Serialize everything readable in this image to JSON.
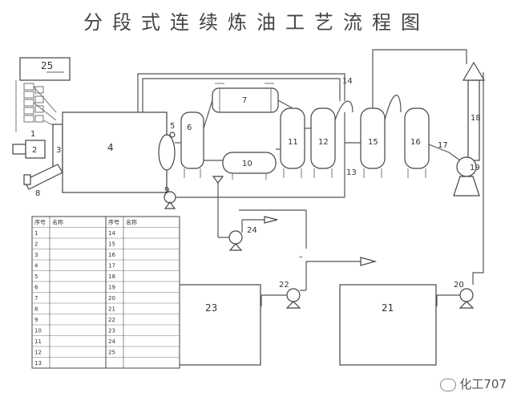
{
  "title": "分段式连续炼油工艺流程图",
  "labels": {
    "n1": "1",
    "n2": "2",
    "n3": "3",
    "n4": "4",
    "n5": "5",
    "n6": "6",
    "n7": "7",
    "n8": "8",
    "n9": "9",
    "n10": "10",
    "n11": "11",
    "n12": "12",
    "n13": "13",
    "n14": "14",
    "n15": "15",
    "n16": "16",
    "n17": "17",
    "n18": "18",
    "n19": "19",
    "n20": "20",
    "n21": "21",
    "n22": "22",
    "n23": "23",
    "n24": "24",
    "n25": "25"
  },
  "legend": {
    "headers": [
      "序号",
      "名称",
      "序号",
      "名称"
    ],
    "rows": [
      [
        "1",
        "",
        "14",
        ""
      ],
      [
        "2",
        "",
        "15",
        ""
      ],
      [
        "3",
        "",
        "16",
        ""
      ],
      [
        "4",
        "",
        "17",
        ""
      ],
      [
        "5",
        "",
        "18",
        ""
      ],
      [
        "6",
        "",
        "19",
        ""
      ],
      [
        "7",
        "",
        "20",
        ""
      ],
      [
        "8",
        "",
        "21",
        ""
      ],
      [
        "9",
        "",
        "22",
        ""
      ],
      [
        "10",
        "",
        "23",
        ""
      ],
      [
        "11",
        "",
        "24",
        ""
      ],
      [
        "12",
        "",
        "25",
        ""
      ],
      [
        "13",
        "",
        "",
        ""
      ]
    ]
  },
  "watermark": "化工707"
}
